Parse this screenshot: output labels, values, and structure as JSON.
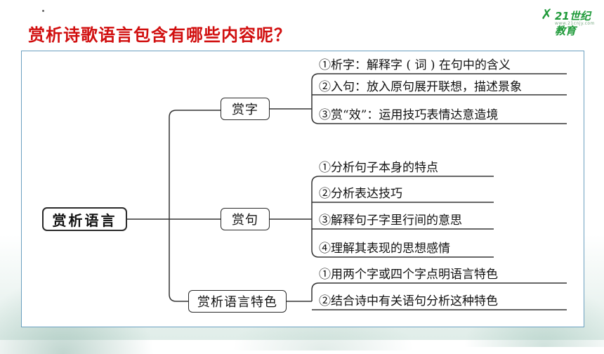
{
  "slide": {
    "title": "赏析诗歌语言包含有哪些内容呢？",
    "logo": {
      "brand": "21世纪教育",
      "sub": "www.21cnjy.com"
    }
  },
  "diagram": {
    "root": "赏析语言",
    "branches": [
      {
        "label": "赏字",
        "items": [
          "①析字：解释字 ( 词 ) 在句中的含义",
          "②入句：放入原句展开联想，描述景象",
          "③赏“效”：运用技巧表情达意造境"
        ]
      },
      {
        "label": "赏句",
        "items": [
          "①分析句子本身的特点",
          "②分析表达技巧",
          "③解释句子字里行间的意思",
          "④理解其表现的思想感情"
        ]
      },
      {
        "label": "赏析语言特色",
        "items": [
          "①用两个字或四个字点明语言特色",
          "②结合诗中有关语句分析这种特色"
        ]
      }
    ]
  }
}
